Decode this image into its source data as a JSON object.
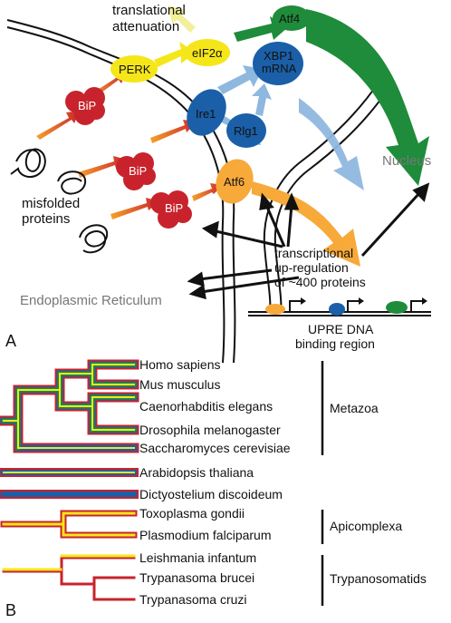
{
  "panel_a": {
    "letter": "A",
    "text": {
      "translational": "translational",
      "attenuation": "attenuation",
      "atf4": "Atf4",
      "perk": "PERK",
      "eif2a": "eIF2α",
      "xbp1": "XBP1",
      "mrna": "mRNA",
      "ire1": "Ire1",
      "rlg1": "Rlg1",
      "atf6": "Atf6",
      "bip": "BiP",
      "nucleus": "Nucleus",
      "misfolded": "misfolded",
      "proteins": "proteins",
      "transcriptional": "transcriptional",
      "upregulation": "up-regulation",
      "of400": "of ~400 proteins",
      "er": "Endoplasmic Reticulum",
      "upre1": "UPRE DNA",
      "upre2": "binding region"
    },
    "colors": {
      "bip": "#c8232c",
      "perk": "#f5e61a",
      "ire1": "#1a5fa8",
      "atf6": "#f7a93a",
      "atf4": "#1e8c3a",
      "xbp_arrow": "#8fb8de",
      "gradient_start": "#f6a12a",
      "gradient_end": "#c8232c"
    }
  },
  "panel_b": {
    "letter": "B",
    "colors": {
      "red": "#c8232c",
      "blue": "#1a5fa8",
      "green": "#1e8c3a",
      "yellow": "#f5e61a"
    },
    "species": [
      "Homo sapiens",
      "Mus musculus",
      "Caenorhabditis elegans",
      "Drosophila melanogaster",
      "Saccharomyces cerevisiae",
      "Arabidopsis thaliana",
      "Dictyostelium discoideum",
      "Toxoplasma gondii",
      "Plasmodium falciparum",
      "Leishmania infantum",
      "Trypanasoma brucei",
      "Trypanasoma cruzi"
    ],
    "groups": {
      "metazoa": "Metazoa",
      "apicomplexa": "Apicomplexa",
      "trypanosomatids": "Trypanosomatids"
    }
  }
}
